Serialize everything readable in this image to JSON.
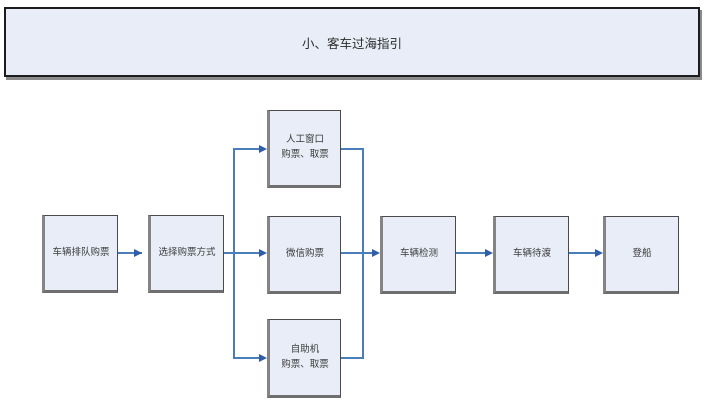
{
  "title": {
    "text": "小、客车过海指引"
  },
  "colors": {
    "node_fill": "#e8edf7",
    "node_border": "#4a4a4a",
    "node_shadow": "#848484",
    "connector": "#4a7ebb",
    "arrowhead": "#2f5da8",
    "text": "#3a3a3a"
  },
  "nodes": {
    "queue": {
      "label": "车辆排队购票"
    },
    "choose": {
      "label": "选择购票方式"
    },
    "window": {
      "line1": "人工窗口",
      "line2": "购票、取票"
    },
    "wechat": {
      "label": "微信购票"
    },
    "self": {
      "line1": "自助机",
      "line2": "购票、取票"
    },
    "inspect": {
      "label": "车辆检测"
    },
    "wait": {
      "label": "车辆待渡"
    },
    "board": {
      "label": "登船"
    }
  },
  "edges": [
    {
      "from": "车辆排队购票",
      "to": "选择购票方式"
    },
    {
      "from": "选择购票方式",
      "to": "人工窗口购票、取票"
    },
    {
      "from": "选择购票方式",
      "to": "微信购票"
    },
    {
      "from": "选择购票方式",
      "to": "自助机购票、取票"
    },
    {
      "from": "人工窗口购票、取票",
      "to": "车辆检测"
    },
    {
      "from": "微信购票",
      "to": "车辆检测"
    },
    {
      "from": "自助机购票、取票",
      "to": "车辆检测"
    },
    {
      "from": "车辆检测",
      "to": "车辆待渡"
    },
    {
      "from": "车辆待渡",
      "to": "登船"
    }
  ]
}
